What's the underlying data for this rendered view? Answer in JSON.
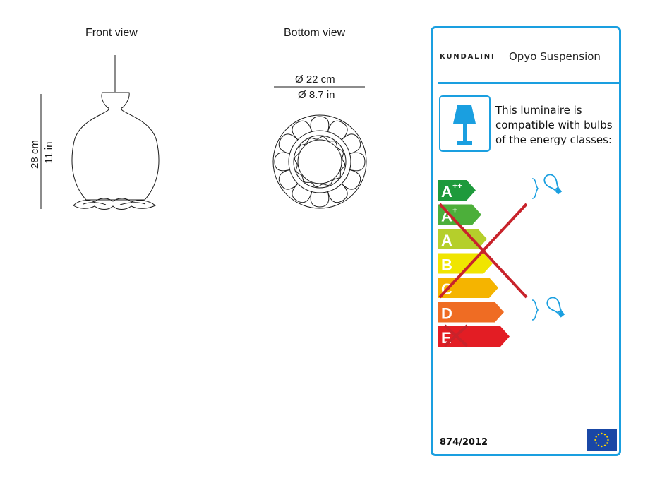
{
  "views": {
    "front_title": "Front view",
    "bottom_title": "Bottom view"
  },
  "dimensions": {
    "height_cm": "28 cm",
    "height_in": "11 in",
    "diameter_cm": "Ø 22 cm",
    "diameter_in": "Ø 8.7 in"
  },
  "label": {
    "brand": "KUNDALINI",
    "product": "Opyo Suspension",
    "compat_lines": [
      "This luminaire is",
      "compatible with bulbs",
      "of the energy classes:"
    ],
    "regulation": "874/2012",
    "classes": [
      {
        "letter": "A",
        "sup": "++",
        "color": "#1e9a3c"
      },
      {
        "letter": "A",
        "sup": "+",
        "color": "#4caf3a"
      },
      {
        "letter": "A",
        "sup": "",
        "color": "#b5cf2b"
      },
      {
        "letter": "B",
        "sup": "",
        "color": "#f0e500"
      },
      {
        "letter": "C",
        "sup": "",
        "color": "#f5b400"
      },
      {
        "letter": "D",
        "sup": "",
        "color": "#ef6c23"
      },
      {
        "letter": "E",
        "sup": "",
        "color": "#e31d24"
      }
    ],
    "accent_color": "#1a9fe0",
    "cross_color": "#c8232b"
  }
}
